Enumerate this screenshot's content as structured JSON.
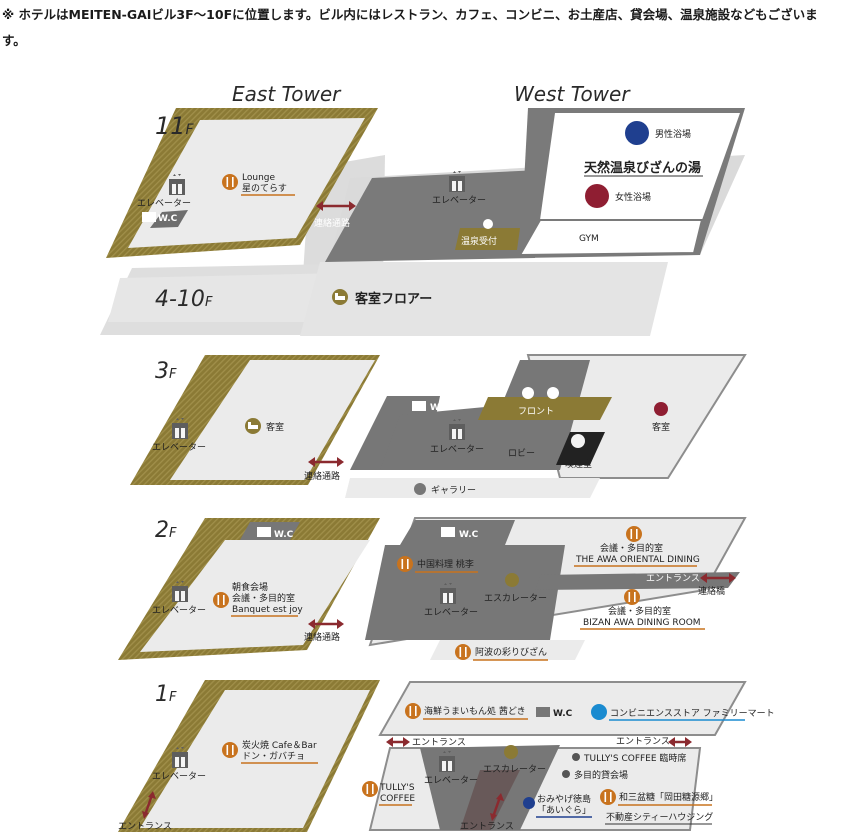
{
  "intro": "※ ホテルはMEITEN-GAIビル3F〜10Fに位置します。ビル内にはレストラン、カフェ、コンビニ、お土産店、貸会場、温泉施設などもございます。",
  "towers": {
    "east": "East Tower",
    "west": "West Tower"
  },
  "colors": {
    "gold": "#8b7a35",
    "dark_gray": "#7a7a7a",
    "light_gray": "#e8e8e8",
    "outline": "#8d8d8d",
    "orange": "#c8731e",
    "arrow": "#8b2a2f",
    "navy": "#1f3f8f",
    "crimson": "#8f1e32"
  },
  "floors": {
    "f11": {
      "num": "11",
      "unit": "F",
      "east": {
        "elevator": "エレベーター",
        "wc": "W.C",
        "lounge_en": "Lounge",
        "lounge_jp": "星のてらす",
        "icon": "dining-icon"
      },
      "corridor": "連絡通路",
      "west": {
        "elevator": "エレベーター",
        "men_bath": "男性浴場",
        "onsen_name": "天然温泉びざんの湯",
        "women_bath": "女性浴場",
        "reception": "温泉受付",
        "gym": "GYM",
        "icon": "onsen-icon"
      }
    },
    "f4_10": {
      "num": "4-10",
      "unit": "F",
      "label": "客室フロアー",
      "icon": "bed-icon"
    },
    "f3": {
      "num": "3",
      "unit": "F",
      "east": {
        "elevator": "エレベーター",
        "room": "客室"
      },
      "corridor": "連絡通路",
      "west": {
        "wc": "W.C",
        "front": "フロント",
        "elevator": "エレベーター",
        "lobby": "ロビー",
        "smoking": "喫煙室",
        "room": "客室",
        "gallery": "ギャラリー"
      }
    },
    "f2": {
      "num": "2",
      "unit": "F",
      "east": {
        "wc": "W.C",
        "elevator": "エレベーター",
        "venue1": "朝食会場",
        "venue2": "会議・多目的室",
        "venue3": "Banquet est joy"
      },
      "corridor": "連絡通路",
      "west": {
        "wc": "W.C",
        "chinese": "中国料理 桃李",
        "elevator": "エレベーター",
        "escalator": "エスカレーター",
        "dining1_a": "会議・多目的室",
        "dining1_b": "THE AWA ORIENTAL DINING",
        "entrance": "エントランス",
        "bridge": "連絡橋",
        "dining2_a": "会議・多目的室",
        "dining2_b": "BIZAN AWA DINING ROOM",
        "awa": "阿波の彩りびざん"
      }
    },
    "f1": {
      "num": "1",
      "unit": "F",
      "east": {
        "elevator": "エレベーター",
        "cafe1": "炭火焼 Cafe＆Bar",
        "cafe2": "ドン・ガバチョ",
        "entrance": "エントランス"
      },
      "west": {
        "seafood": "海鮮うまいもん処 茜どき",
        "wc": "W.C",
        "conv": "コンビニエンスストア ファミリーマート",
        "entrance_left": "エントランス",
        "entrance_right": "エントランス",
        "tullys_coffee1": "TULLY'S COFFEE 臨時席",
        "multipurpose": "多目的貸会場",
        "wasanbon": "和三盆糖「岡田糖源郷」",
        "tullys1": "TULLY'S",
        "tullys2": "COFFEE",
        "elevator": "エレベーター",
        "escalator": "エスカレーター",
        "souvenir1": "おみやげ徳島",
        "souvenir2": "「あいぐら」",
        "realestate": "不動産シティーハウジング",
        "entrance_bottom": "エントランス"
      }
    }
  }
}
